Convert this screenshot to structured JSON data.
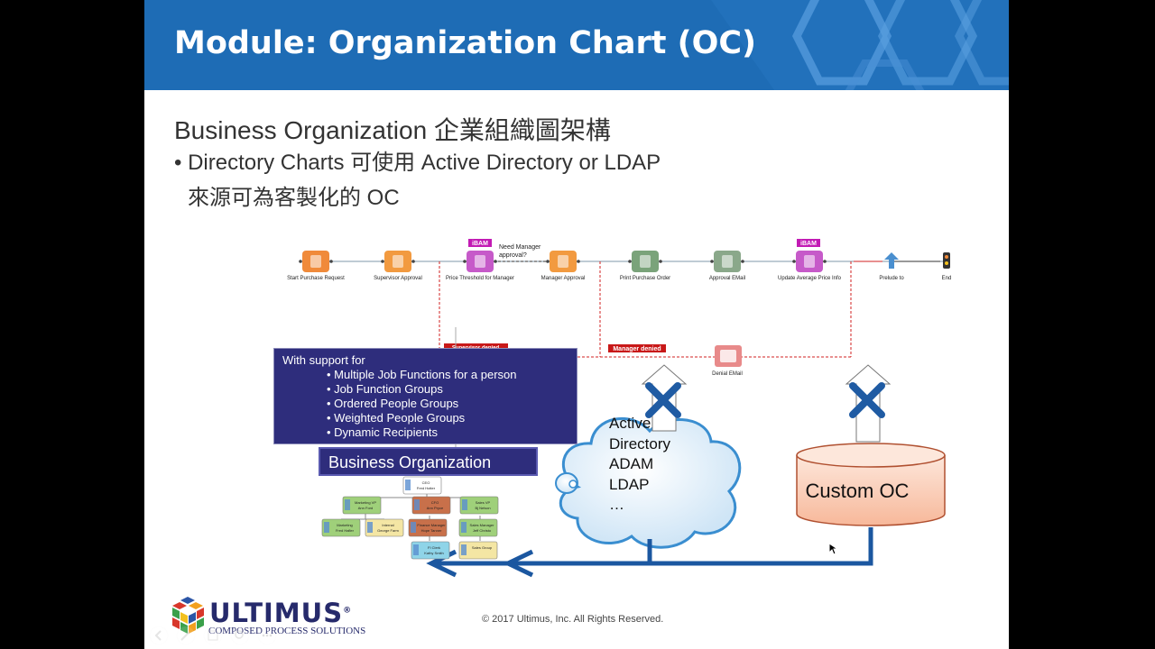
{
  "header": {
    "title": "Module: Organization Chart (OC)"
  },
  "content": {
    "subtitle": "Business Organization 企業組織圖架構",
    "bullet_1": "• Directory Charts 可使用 Active Directory or LDAP",
    "bullet_2": "來源可為客製化的 OC"
  },
  "workflow": {
    "steps": [
      {
        "label": "Start Purchase Request",
        "color": "#f08a3a"
      },
      {
        "label": "Supervisor Approval",
        "color": "#f29a40"
      },
      {
        "label": "Price Threshold for Manager",
        "color": "#c65ac9"
      },
      {
        "label": "Manager Approval",
        "color": "#f29a40"
      },
      {
        "label": "Print Purchase Order",
        "color": "#7aa37a"
      },
      {
        "label": "Approval EMail",
        "color": "#8aa88a"
      },
      {
        "label": "Update Average Price Info",
        "color": "#c65ac9"
      },
      {
        "label": "Prelude to",
        "color": "#4a8fcf"
      },
      {
        "label": "End",
        "color": "#f08a3a"
      }
    ],
    "ibam_tags": [
      "iBAM",
      "iBAM"
    ],
    "decision_note": [
      "Need Manager",
      "approval?"
    ],
    "rejection_tags": [
      "Supervisor denied",
      "Manager denied"
    ],
    "denial_step": {
      "label": "Denial EMail"
    }
  },
  "support_box": {
    "title": "With support for",
    "items": [
      "• Multiple Job Functions for a person",
      "• Job Function Groups",
      "• Ordered People Groups",
      "• Weighted People Groups",
      "• Dynamic Recipients"
    ]
  },
  "business_org_label": "Business Organization",
  "cloud_lines": [
    "Active",
    "Directory",
    "ADAM",
    "LDAP",
    "…"
  ],
  "custom_oc_label": "Custom OC",
  "org_chart": {
    "nodes": [
      {
        "title": "CEO",
        "name": "Fred Hotter",
        "color": "#ffffff"
      },
      {
        "title": "Marketing VP",
        "name": "Ann Ford",
        "color": "#9fd07a"
      },
      {
        "title": "CFO",
        "name": "Ann Pryce",
        "color": "#c8704a"
      },
      {
        "title": "Sales VP",
        "name": "Bj Nelson",
        "color": "#9fd07a"
      },
      {
        "title": "Marketing",
        "name": "Fred Hafler",
        "color": "#9fd07a"
      },
      {
        "title": "Internal",
        "name": "George Farm",
        "color": "#f4e6a4"
      },
      {
        "title": "Finance Manager",
        "name": "Hope Tanner",
        "color": "#c8704a"
      },
      {
        "title": "Sales Manager",
        "name": "Jeff Christo",
        "color": "#9fd07a"
      },
      {
        "title": "FI Clerk",
        "name": "Kathy Smith",
        "color": "#8fd4e8"
      },
      {
        "title": "Sales Group",
        "name": "",
        "color": "#f4e6a4"
      }
    ]
  },
  "footer": {
    "copyright": "© 2017 Ultimus, Inc. All Rights Reserved.",
    "logo_name": "ULTIMUS",
    "logo_registered": "®",
    "logo_tagline": "COMPOSED PROCESS SOLUTIONS"
  },
  "colors": {
    "header_blue": "#1e6cb5",
    "navy_box": "#2e2d7c",
    "arrow_blue": "#1b57a0",
    "x_blue": "#1f5ba3",
    "cloud_fill": "#d9ebf8",
    "custom_oc_fill": "#fad3bf"
  }
}
